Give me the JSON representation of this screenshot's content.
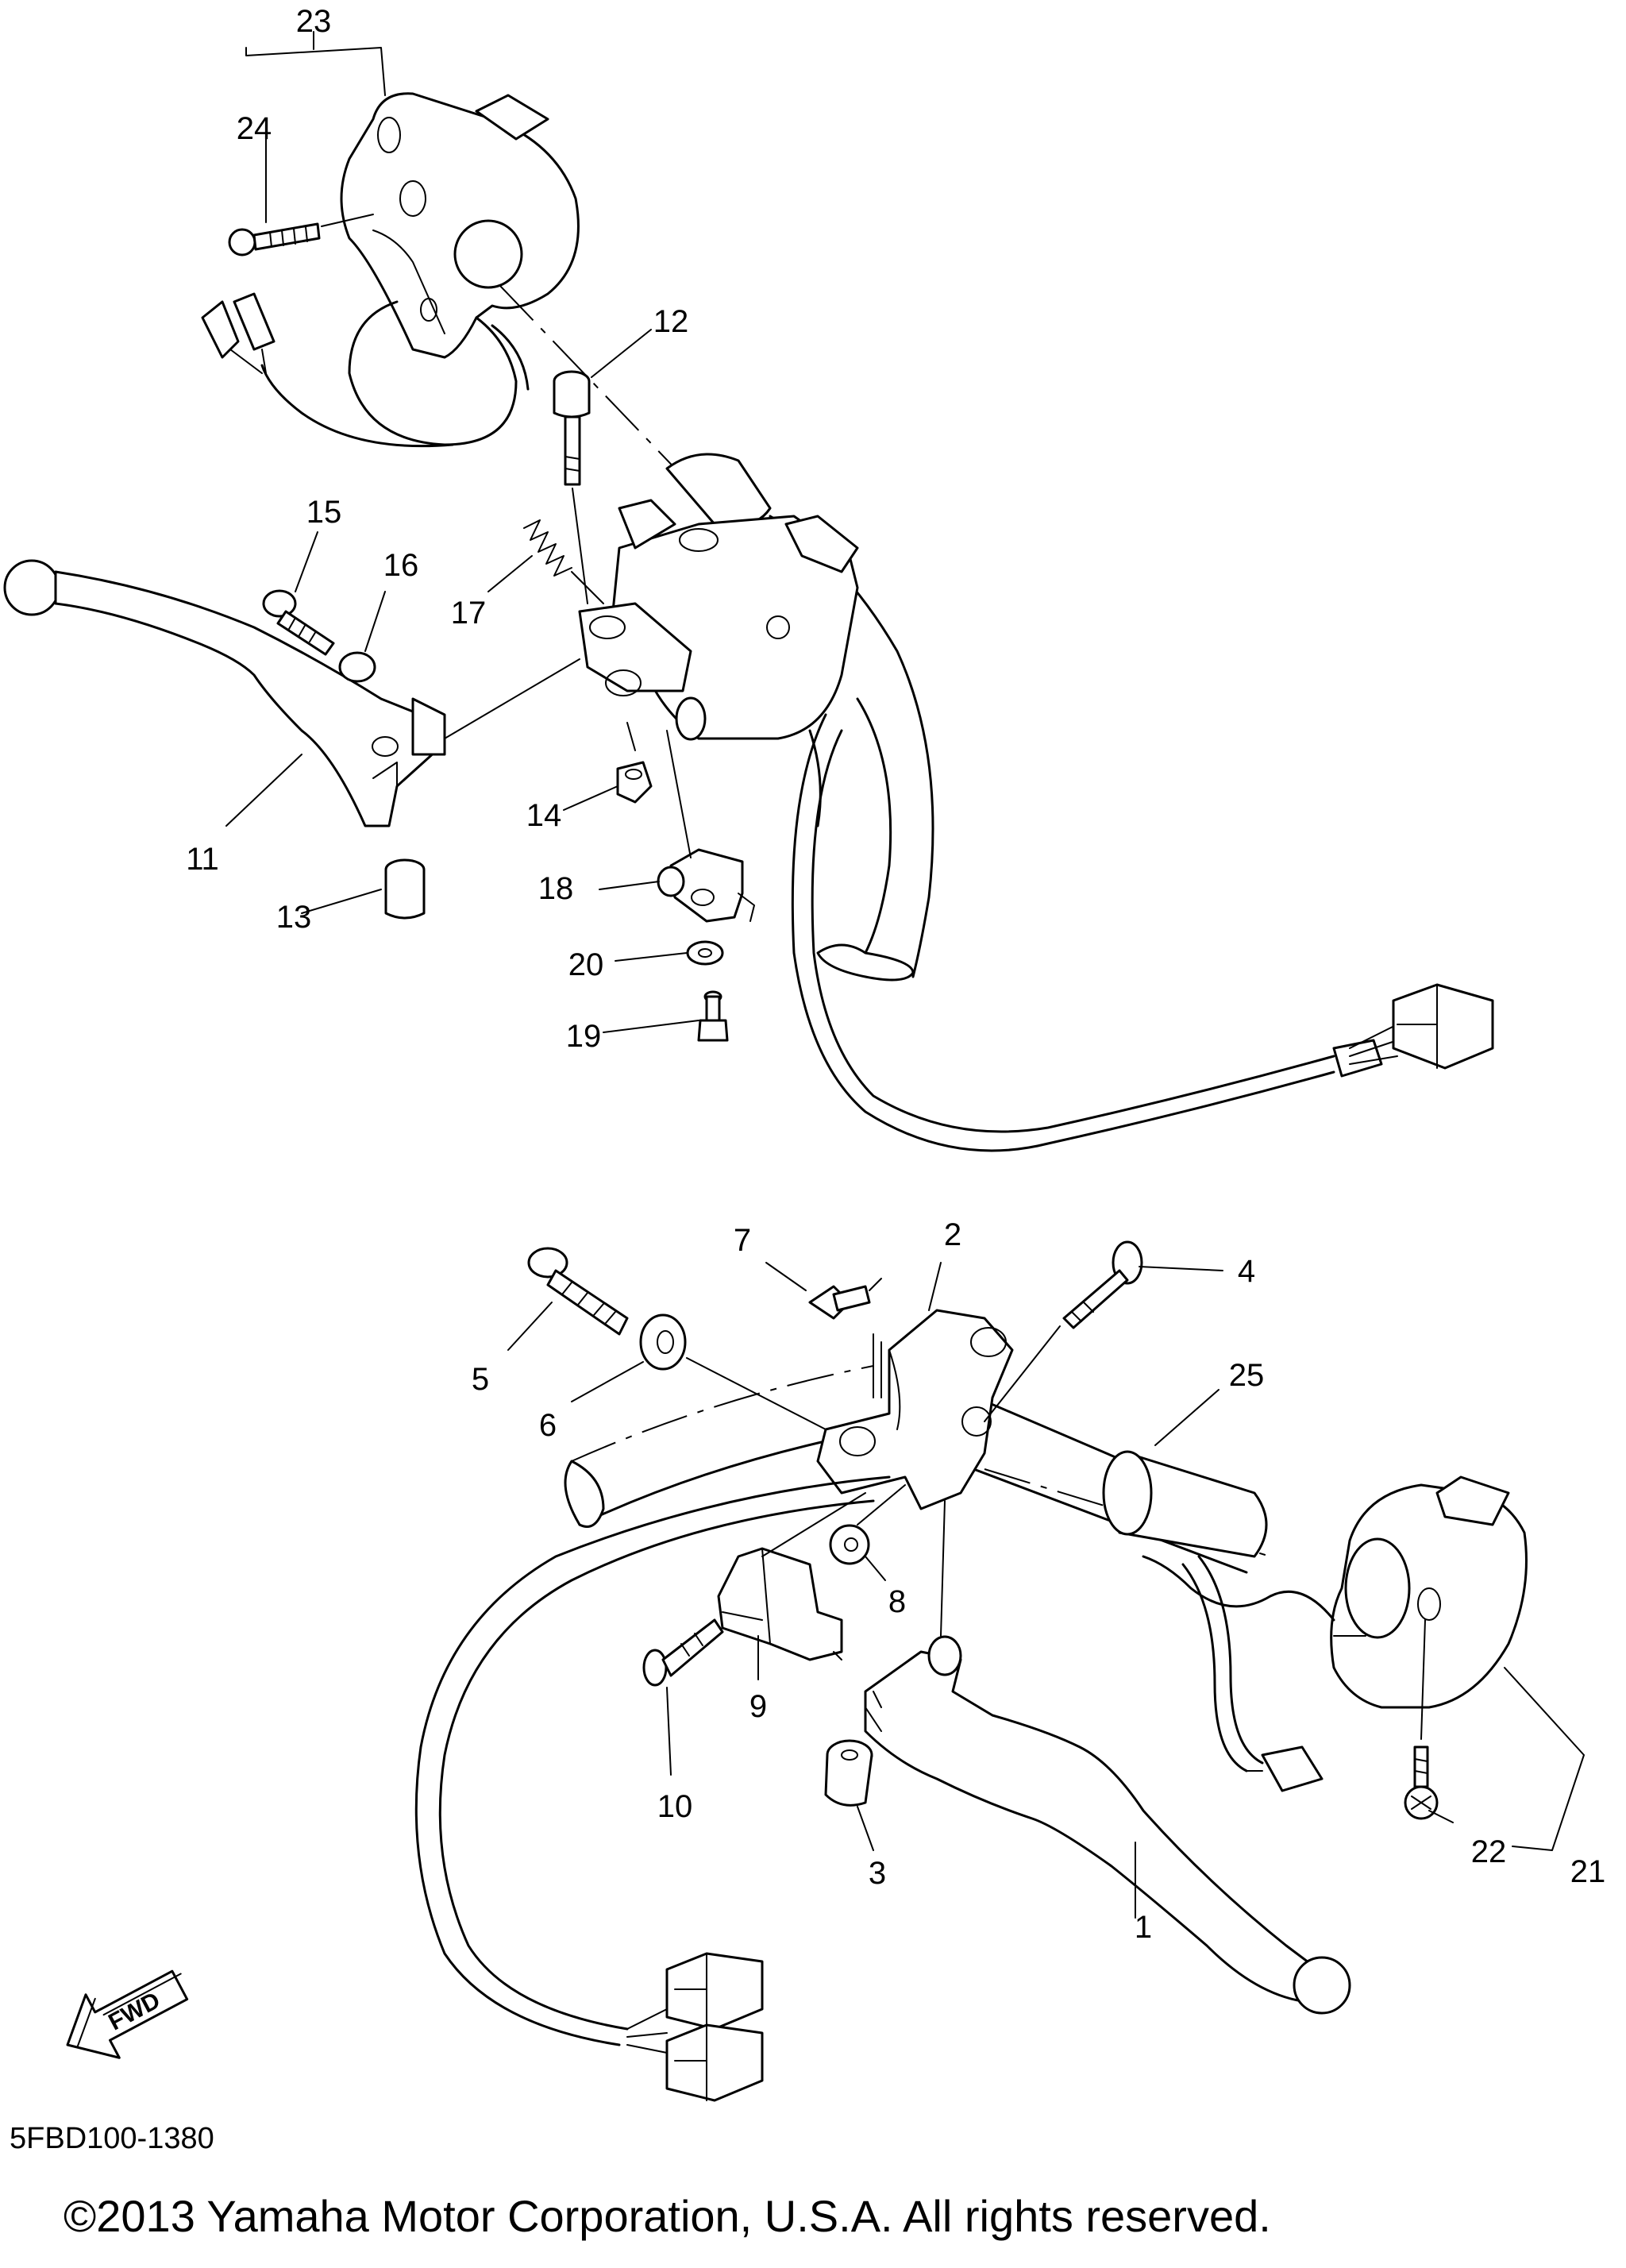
{
  "diagram": {
    "diagram_code": "5FBD100-1380",
    "copyright": "©2013 Yamaha Motor Corporation, U.S.A. All rights reserved.",
    "fwd_label": "FWD",
    "callouts": [
      "1",
      "2",
      "3",
      "4",
      "5",
      "6",
      "7",
      "8",
      "9",
      "10",
      "11",
      "12",
      "13",
      "14",
      "15",
      "16",
      "17",
      "18",
      "19",
      "20",
      "21",
      "22",
      "23",
      "24",
      "25"
    ]
  }
}
